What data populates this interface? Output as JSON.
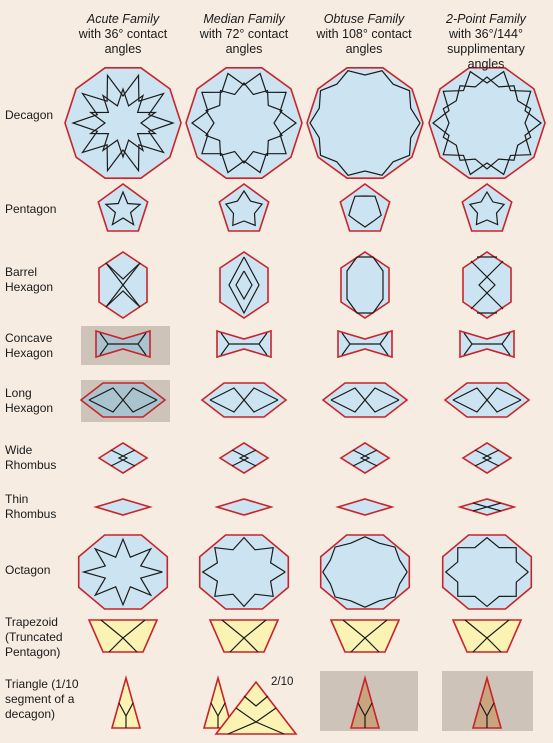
{
  "columns": [
    {
      "family": "Acute Family",
      "subtitle": "with 36° contact angles"
    },
    {
      "family": "Median Family",
      "subtitle": "with 72° contact angles"
    },
    {
      "family": "Obtuse Family",
      "subtitle": "with 108° contact angles"
    },
    {
      "family": "2-Point Family",
      "subtitle": "with 36°/144° supplimentary angles"
    }
  ],
  "rows": [
    {
      "label": "Decagon",
      "shape": "decagon"
    },
    {
      "label": "Pentagon",
      "shape": "pentagon"
    },
    {
      "label": "Barrel Hexagon",
      "shape": "barrel"
    },
    {
      "label": "Concave Hexagon",
      "shape": "bowtie"
    },
    {
      "label": "Long Hexagon",
      "shape": "longhex"
    },
    {
      "label": "Wide Rhombus",
      "shape": "wide"
    },
    {
      "label": "Thin Rhombus",
      "shape": "thin"
    },
    {
      "label": "Octagon",
      "shape": "octagon"
    },
    {
      "label": "Trapezoid (Truncated Pentagon)",
      "shape": "trapezoid"
    },
    {
      "label": "Triangle (1/10 segment of a decagon)",
      "shape": "triangle"
    }
  ],
  "note": "2/10",
  "colors": {
    "background": "#f6ece2",
    "tile_fill_blue": "#cce4f1",
    "tile_fill_yellow": "#fbf3b4",
    "tile_outline": "#c8242a",
    "pattern_line": "#1b1b1b",
    "highlight_box": "#cdc3b8",
    "dark_fill_blue": "#a9c3cf",
    "dark_fill_tan": "#c8a57f"
  }
}
